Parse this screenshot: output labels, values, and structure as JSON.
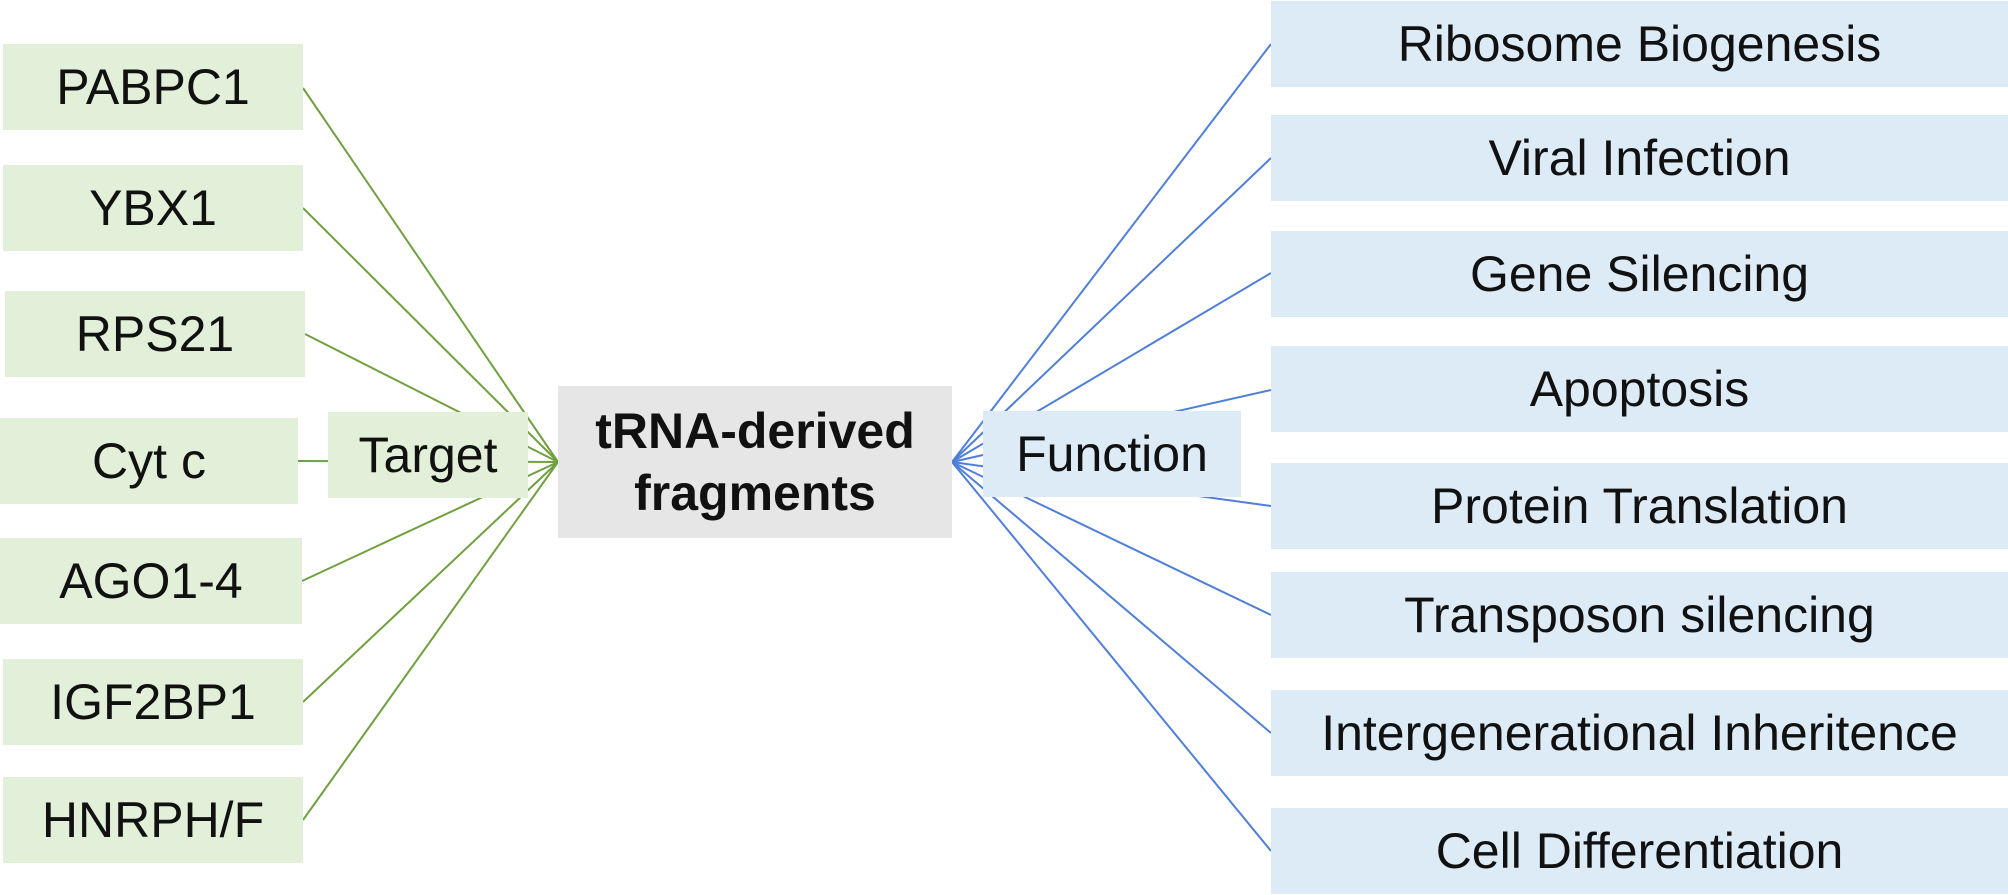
{
  "center": {
    "line1": "tRNA-derived",
    "line2": "fragments"
  },
  "target_hub": {
    "label": "Target"
  },
  "function_hub": {
    "label": "Function"
  },
  "targets": [
    "PABPC1",
    "YBX1",
    "RPS21",
    "Cyt c",
    "AGO1-4",
    "IGF2BP1",
    "HNRPH/F"
  ],
  "functions": [
    "Ribosome Biogenesis",
    "Viral Infection",
    "Gene Silencing",
    "Apoptosis",
    "Protein Translation",
    "Transposon silencing",
    "Intergenerational Inheritence",
    "Cell Differentiation"
  ],
  "colors": {
    "target_fill": "#e2efd9",
    "target_line": "#70a040",
    "function_fill": "#ddebf7",
    "function_line": "#4f7fd8",
    "center_fill": "#e7e6e6"
  }
}
